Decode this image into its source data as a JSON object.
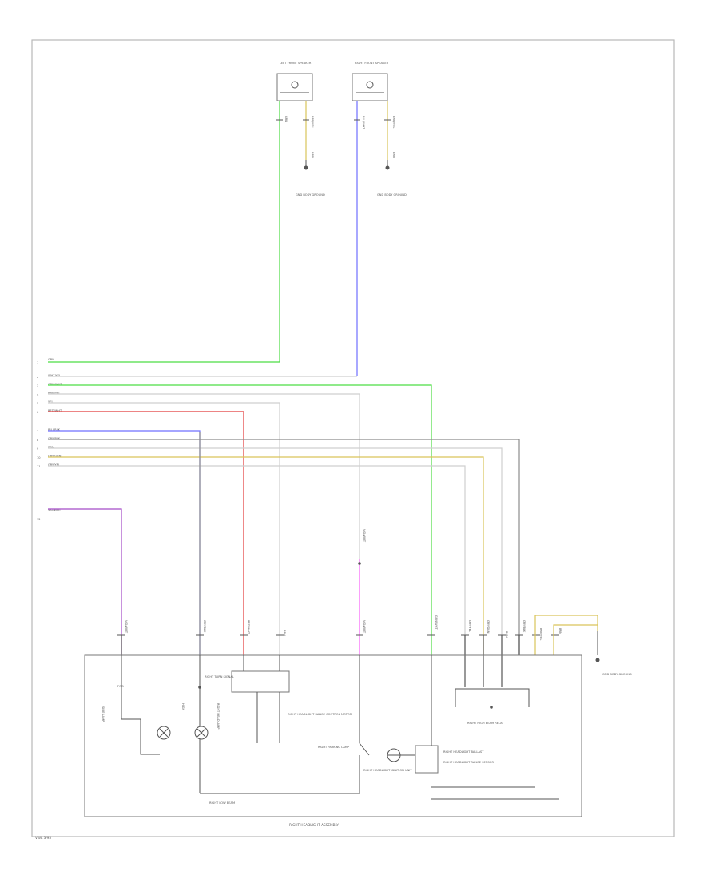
{
  "sheet_id": "VWL 3/95",
  "assembly": {
    "right_headlight": "RIGHT HEADLIGHT ASSEMBLY",
    "fog": "FOG",
    "bulb_high": "HIGH",
    "turn_lamp": "RIGHT TURN SIGNAL",
    "headlamp": "RIGHT HEADLAMP",
    "range_motor": "RIGHT HEADLIGHT RANGE CONTROL MOTOR",
    "range_sensor": "RIGHT HEADLIGHT RANGE SENSOR",
    "parking_lamp": "RIGHT PARKING LAMP",
    "ballast": "RIGHT HEADLIGHT BALLAST",
    "low_beam": "RIGHT LOW BEAM",
    "ignitor": "RIGHT HEADLIGHT IGNITION UNIT",
    "relay": "RIGHT HIGH BEAM RELAY",
    "side_lamp": "SIDE LAMP"
  },
  "top": {
    "left_speaker_label": "LEFT FRONT SPEAKER",
    "right_speaker_label": "RIGHT FRONT SPEAKER",
    "ground_left": "GND BODY GROUND",
    "ground_right": "GND BODY GROUND"
  },
  "left_wires": [
    {
      "num": "1",
      "label": "GRN"
    },
    {
      "num": "2",
      "label": "WHT/YEL"
    },
    {
      "num": "3",
      "label": "GRN/WHT"
    },
    {
      "num": "4",
      "label": "BRN/YEL"
    },
    {
      "num": "5",
      "label": "YEL"
    },
    {
      "num": "6",
      "label": "RED/WHT"
    },
    {
      "num": "7",
      "label": "BLU/BLK"
    },
    {
      "num": "8",
      "label": "GRY/BLK"
    },
    {
      "num": "9",
      "label": "BRN"
    },
    {
      "num": "10",
      "label": "GRY/GRN"
    },
    {
      "num": "11",
      "label": "GRY/YEL"
    },
    {
      "num": "12",
      "label": "VIO/WHT"
    }
  ],
  "connectors": {
    "c1": "VIO/WHT",
    "c2": "GRY/BLK",
    "c3": "RED/WHT",
    "c4": "BRN",
    "c5": "VIO/WHT",
    "c6": "GRN/WHT",
    "c7": "GRY/YEL",
    "c8": "GRY/GRN",
    "c9": "BRN",
    "c10": "GRY/BLK",
    "c11": "BRN/YEL",
    "c12": "BRN",
    "mid_pink": "VIO/WHT",
    "g_left_speaker": "GRN",
    "g_left_speaker2": "BRN/YEL",
    "g_right_speaker": "BLU/WHT",
    "g_right_speaker2": "BRN/YEL",
    "gb1": "BRN",
    "gb2": "BRN"
  },
  "colors": {
    "green": "#4cdd44",
    "blue": "#6f6fff",
    "red": "#e23a3a",
    "violet": "#a44ac6",
    "pink": "#ff66ff",
    "yellow": "#d9c45a",
    "gray": "#8c8c8c",
    "lightgray": "#cfcfcf",
    "brown": "#8a7a55"
  }
}
